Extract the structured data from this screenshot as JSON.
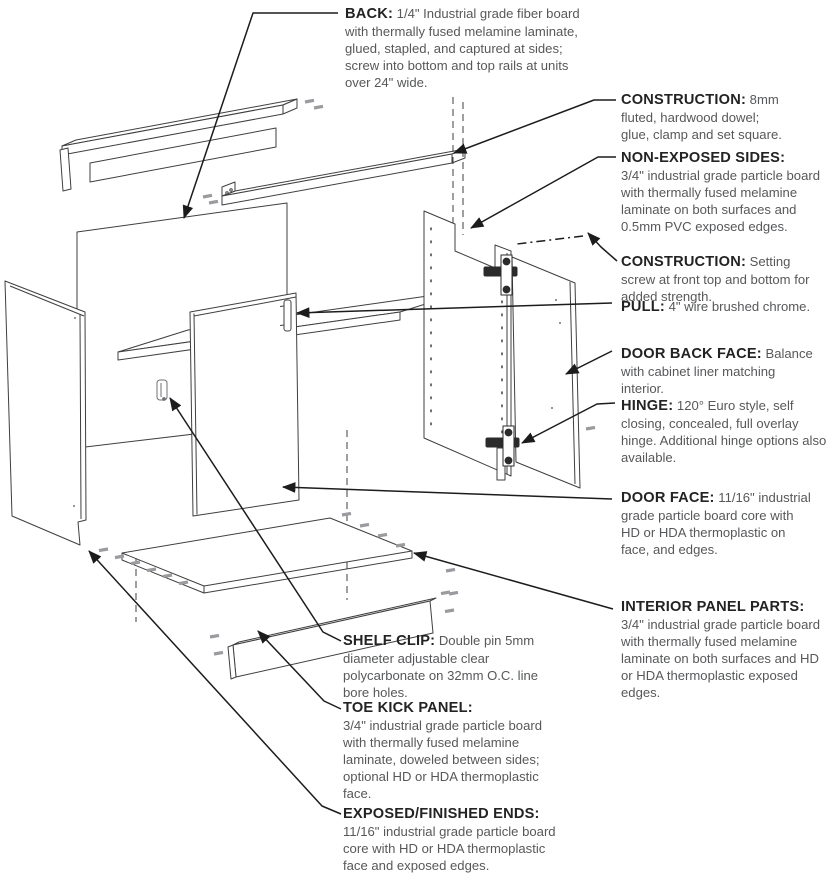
{
  "diagram": {
    "subject": "base cabinet exploded construction view",
    "colors": {
      "line": "#3f3f3f",
      "leader": "#1c1c1c",
      "heading": "#232323",
      "body_text": "#57585a",
      "dowel": "#999b9e",
      "hardware": "#2b2b2b"
    },
    "annotations": [
      {
        "label": "BACK:",
        "description": "1/4\" Industrial grade fiber board with thermally fused melamine laminate, glued, stapled, and captured at sides; screw into bottom and top rails at units over 24\" wide."
      },
      {
        "label": "CONSTRUCTION:",
        "description": "8mm fluted, hardwood dowel; glue, clamp and set square."
      },
      {
        "label": "NON-EXPOSED SIDES:",
        "description": "3/4\" industrial grade particle board with thermally fused melamine laminate on both surfaces and 0.5mm PVC exposed edges."
      },
      {
        "label": "CONSTRUCTION:",
        "description": "Setting screw at front top and bottom for added strength."
      },
      {
        "label": "PULL:",
        "description": "4\" wire brushed chrome."
      },
      {
        "label": "DOOR BACK FACE:",
        "description": "Balance with cabinet liner matching interior."
      },
      {
        "label": "HINGE:",
        "description": "120° Euro style, self closing, concealed, full overlay hinge. Additional hinge options also available."
      },
      {
        "label": "DOOR FACE:",
        "description": "11/16\" industrial grade particle board core with HD or HDA thermoplastic on face, and edges."
      },
      {
        "label": "INTERIOR PANEL PARTS:",
        "description": "3/4\" industrial grade particle board with thermally fused melamine laminate on both surfaces and HD or HDA thermoplastic exposed edges."
      },
      {
        "label": "SHELF CLIP:",
        "description": "Double pin 5mm diameter adjustable clear polycarbonate on 32mm O.C. line bore holes."
      },
      {
        "label": "TOE KICK PANEL:",
        "description": "3/4\" industrial grade particle board with thermally fused melamine laminate, doweled between sides; optional HD or HDA thermoplastic face."
      },
      {
        "label": "EXPOSED/FINISHED ENDS:",
        "description": "11/16\" industrial grade particle board core with HD or HDA thermoplastic face and exposed edges."
      }
    ]
  }
}
